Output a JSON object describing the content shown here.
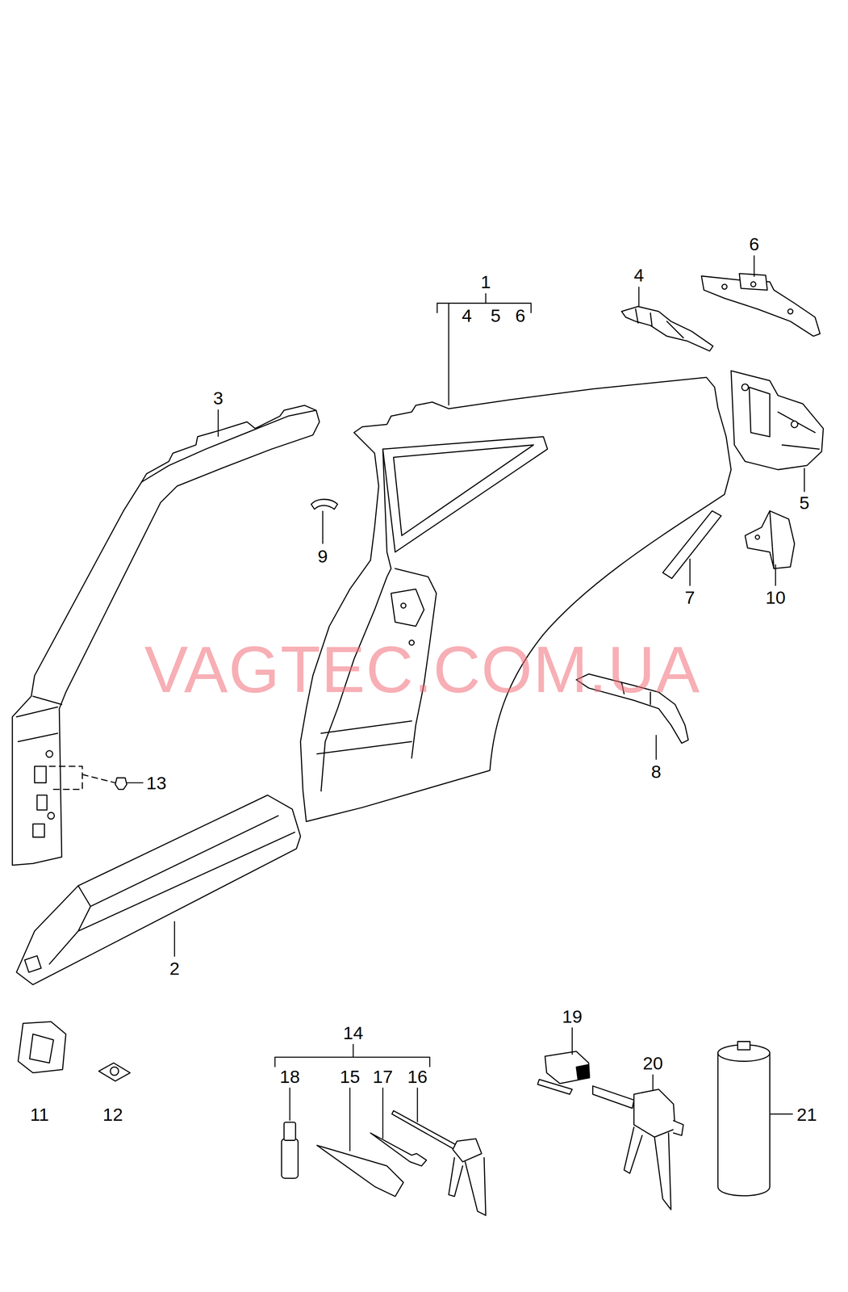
{
  "diagram": {
    "labels": [
      "1",
      "4",
      "5",
      "6",
      "4",
      "6",
      "3",
      "9",
      "5",
      "7",
      "10",
      "13",
      "8",
      "2",
      "11",
      "12",
      "14",
      "18",
      "15",
      "17",
      "16",
      "19",
      "20",
      "21",
      "VAGTEC.COM.UA"
    ]
  }
}
